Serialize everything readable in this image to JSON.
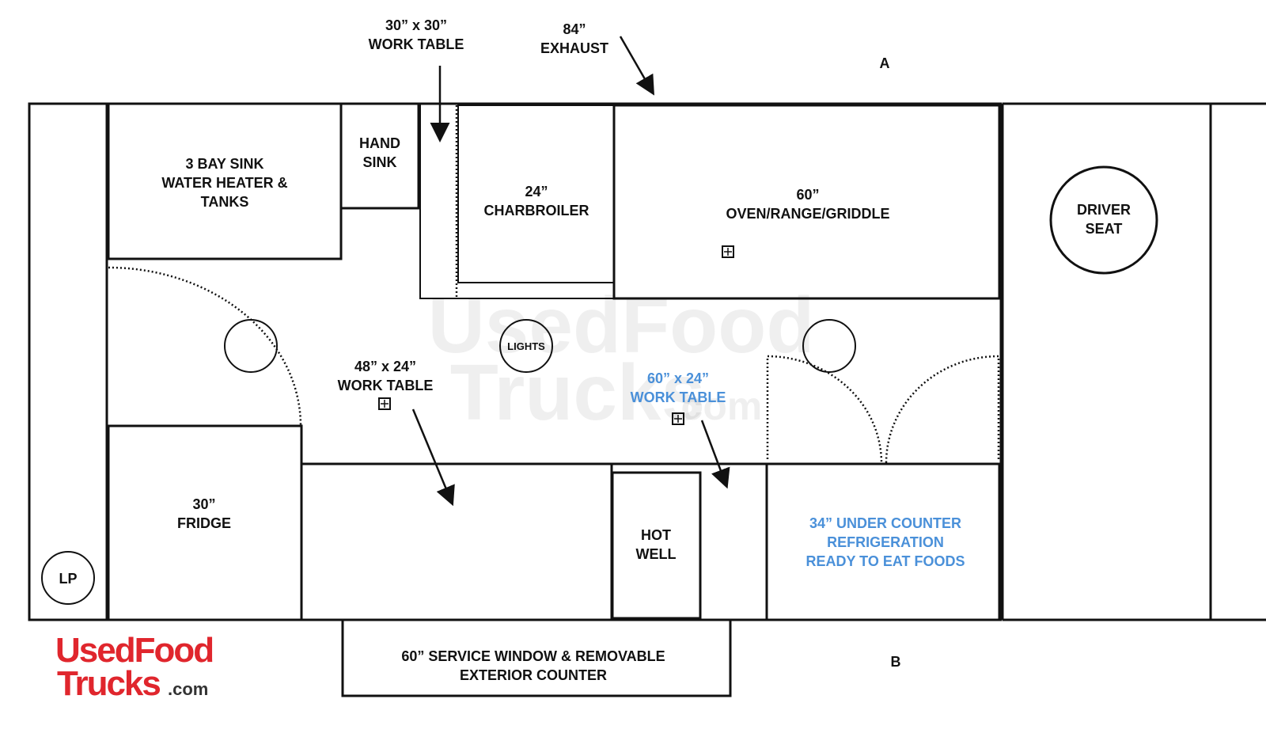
{
  "labels": {
    "work_table_30": [
      "30” x 30”",
      "WORK TABLE"
    ],
    "exhaust": [
      "84”",
      "EXHAUST"
    ],
    "side_a": "A",
    "side_b": "B",
    "three_bay_sink": [
      "3 BAY SINK",
      "WATER HEATER &",
      "TANKS"
    ],
    "hand_sink": [
      "HAND",
      "SINK"
    ],
    "charbroiler": [
      "24”",
      "CHARBROILER"
    ],
    "oven": [
      "60”",
      "OVEN/RANGE/GRIDDLE"
    ],
    "driver_seat": [
      "DRIVER",
      "SEAT"
    ],
    "lights": "LIGHTS",
    "work_table_48": [
      "48” x 24”",
      "WORK TABLE"
    ],
    "work_table_60": [
      "60” x 24”",
      "WORK TABLE"
    ],
    "fridge": [
      "30”",
      "FRIDGE"
    ],
    "hot_well": [
      "HOT",
      "WELL"
    ],
    "refrigeration": [
      "34” UNDER COUNTER",
      "REFRIGERATION",
      "READY TO EAT FOODS"
    ],
    "lp": "LP",
    "service_window": [
      "60” SERVICE WINDOW & REMOVABLE",
      "EXTERIOR COUNTER"
    ]
  },
  "watermark": [
    "UsedFood",
    "Trucks",
    ".com"
  ],
  "logo": {
    "line1": "UsedFood",
    "line2": "Trucks",
    "suffix": ".com"
  },
  "colors": {
    "blue_text": "#4a90d9",
    "logo_red": "#e0262d"
  }
}
